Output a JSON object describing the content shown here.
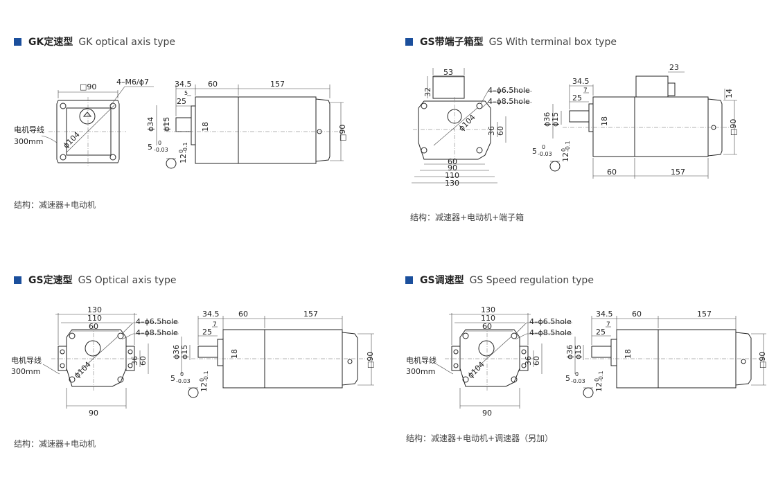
{
  "panels": [
    {
      "title_zh": "GK定速型",
      "title_en": "GK optical axis type",
      "caption": "结构：减速器+电动机",
      "front": {
        "frame": "□90",
        "holes": "4–M6/ϕ7",
        "pcd": "ϕ104",
        "lead": "电机导线",
        "lead_len": "300mm"
      },
      "side": {
        "d1": "34.5",
        "d2": "60",
        "d3": "157",
        "d4": "25",
        "d5": "5",
        "shaft_d": "ϕ15",
        "flange_d": "ϕ34",
        "key_h": "18",
        "square": "□90"
      },
      "key": {
        "w": "5",
        "w_tol": "-0.03",
        "w_tol0": "0",
        "h": "12",
        "h_tol": "-0.1",
        "h_tol0": "0"
      }
    },
    {
      "title_zh": "GS带端子箱型",
      "title_en": "GS With terminal box type",
      "caption": "结构：减速器+电动机+端子箱",
      "front": {
        "box_w": "53",
        "box_h": "32",
        "hole_a": "4–ϕ6.5hole",
        "hole_b": "4–ϕ8.5hole",
        "pcd": "ϕ104",
        "v36": "36",
        "v60": "60",
        "h60": "60",
        "h90": "90",
        "h110": "110",
        "h130": "130"
      },
      "side": {
        "d1": "34.5",
        "box": "23",
        "d4": "25",
        "d7": "7",
        "shaft_d": "ϕ15",
        "flange_d": "ϕ36",
        "key_h": "18",
        "v14": "14",
        "square": "□90",
        "b60": "60",
        "b157": "157"
      },
      "key": {
        "w": "5",
        "w_tol": "-0.03",
        "w_tol0": "0",
        "h": "12",
        "h_tol": "-0.1",
        "h_tol0": "0"
      }
    },
    {
      "title_zh": "GS定速型",
      "title_en": "GS Optical axis type",
      "caption": "结构：减速器+电动机",
      "front": {
        "h130": "130",
        "h110": "110",
        "h60": "60",
        "hole_a": "4–ϕ6.5hole",
        "hole_b": "4–ϕ8.5hole",
        "pcd": "ϕ104",
        "v36": "36",
        "v60": "60",
        "b90": "90",
        "lead": "电机导线",
        "lead_len": "300mm"
      },
      "side": {
        "d1": "34.5",
        "d2": "60",
        "d3": "157",
        "d4": "25",
        "d7": "7",
        "shaft_d": "ϕ15",
        "flange_d": "ϕ36",
        "key_h": "18",
        "square": "□90"
      },
      "key": {
        "w": "5",
        "w_tol": "-0.03",
        "w_tol0": "0",
        "h": "12",
        "h_tol": "-0.1",
        "h_tol0": "0"
      }
    },
    {
      "title_zh": "GS调速型",
      "title_en": "GS Speed regulation type",
      "caption": "结构：减速器+电动机+调速器（另加）",
      "front": {
        "h130": "130",
        "h110": "110",
        "h60": "60",
        "hole_a": "4–ϕ6.5hole",
        "hole_b": "4–ϕ8.5hole",
        "pcd": "ϕ104",
        "v36": "36",
        "v60": "60",
        "b90": "90",
        "lead": "电机导线",
        "lead_len": "300mm"
      },
      "side": {
        "d1": "34.5",
        "d2": "60",
        "d3": "157",
        "d4": "25",
        "d7": "7",
        "shaft_d": "ϕ15",
        "flange_d": "ϕ36",
        "key_h": "18",
        "square": "□90"
      },
      "key": {
        "w": "5",
        "w_tol": "-0.03",
        "w_tol0": "0",
        "h": "12",
        "h_tol": "-0.1",
        "h_tol0": "0"
      }
    }
  ]
}
